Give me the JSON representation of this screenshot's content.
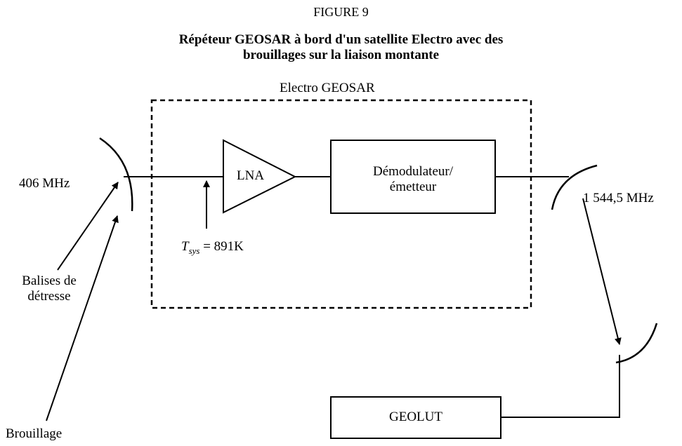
{
  "figure_number": "FIGURE 9",
  "title_line1": "Répéteur GEOSAR à bord d'un satellite Electro avec des",
  "title_line2": "brouillages sur la liaison montante",
  "box_label": "Electro GEOSAR",
  "lna_label": "LNA",
  "demod_label_line1": "Démodulateur/",
  "demod_label_line2": "émetteur",
  "uplink_freq": "406 MHz",
  "downlink_freq": "1 544,5 MHz",
  "tsys_symbol": "T",
  "tsys_subscript": "sys",
  "tsys_value": " = 891K",
  "beacons_line1": "Balises de",
  "beacons_line2": "détresse",
  "interference_label": "Brouillage",
  "geolut_label": "GEOLUT"
}
